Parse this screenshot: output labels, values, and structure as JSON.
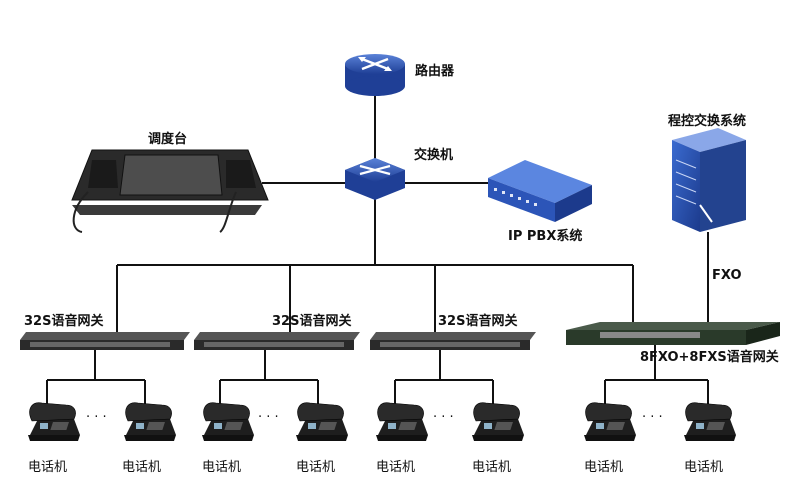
{
  "nodes": {
    "router": "路由器",
    "console": "调度台",
    "switch": "交换机",
    "ippbx": "IP PBX系统",
    "pbx": "程控交换系统",
    "fxo_link": "FXO",
    "gateway1": "32S语音网关",
    "gateway2": "32S语音网关",
    "gateway3": "32S语音网关",
    "gateway4": "8FXO+8FXS语音网关"
  },
  "phones": [
    "电话机",
    "电话机",
    "电话机",
    "电话机",
    "电话机",
    "电话机",
    "电话机",
    "电话机"
  ],
  "ellipsis": "·  ·  ·",
  "colors": {
    "line": "#111111",
    "device_blue": "#2b4ea8",
    "gateway_dark": "#2a2a2a"
  }
}
